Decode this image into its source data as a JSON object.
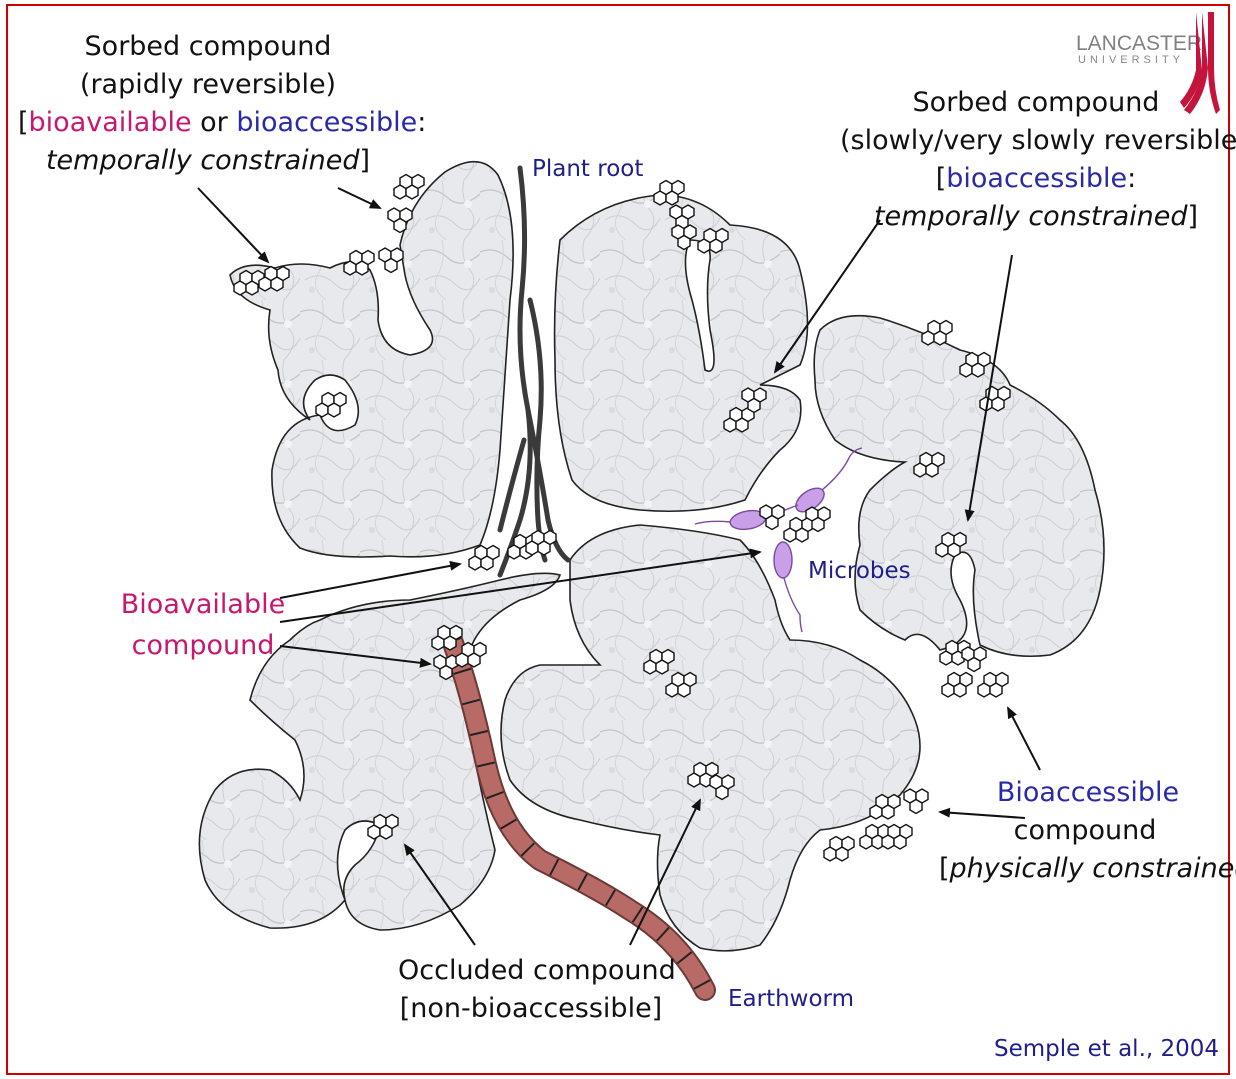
{
  "logo": {
    "name": "LANCASTER",
    "sub": "UNIVERSITY",
    "color": "#c4143c"
  },
  "labels": {
    "sorbed_rapid": {
      "line1": "Sorbed compound",
      "line2": "(rapidly reversible)",
      "bracket_open": "[",
      "bioavailable": "bioavailable",
      "or": " or ",
      "bioaccessible": "bioaccessible",
      "colon": ":",
      "temporal": "temporally constrained",
      "bracket_close": "]"
    },
    "sorbed_slow": {
      "line1": "Sorbed compound",
      "line2": "(slowly/very slowly reversible)",
      "bracket_open": "[",
      "bioaccessible": "bioaccessible",
      "colon": ":",
      "temporal": "temporally constrained",
      "bracket_close": "]"
    },
    "plant_root": "Plant root",
    "microbes": "Microbes",
    "bioavailable_compound": {
      "line1": "Bioavailable",
      "line2": "compound"
    },
    "bioaccessible_compound": {
      "line1": "Bioaccessible",
      "line2": "compound",
      "line3_open": "[",
      "line3_italic": "physically constrained",
      "line3_close": "]"
    },
    "occluded": {
      "line1": "Occluded compound",
      "line2": "[non-bioaccessible]"
    },
    "earthworm": "Earthworm",
    "citation": "Semple et al., 2004"
  },
  "colors": {
    "frame": "#cc0000",
    "pink": "#c8186e",
    "blue": "#2a2aa8",
    "navy": "#1f1f8a",
    "soil": "#e6e7ea",
    "root": "#3a3a3a",
    "earthworm": "#b86a66",
    "microbe": "#c9a0e8"
  }
}
